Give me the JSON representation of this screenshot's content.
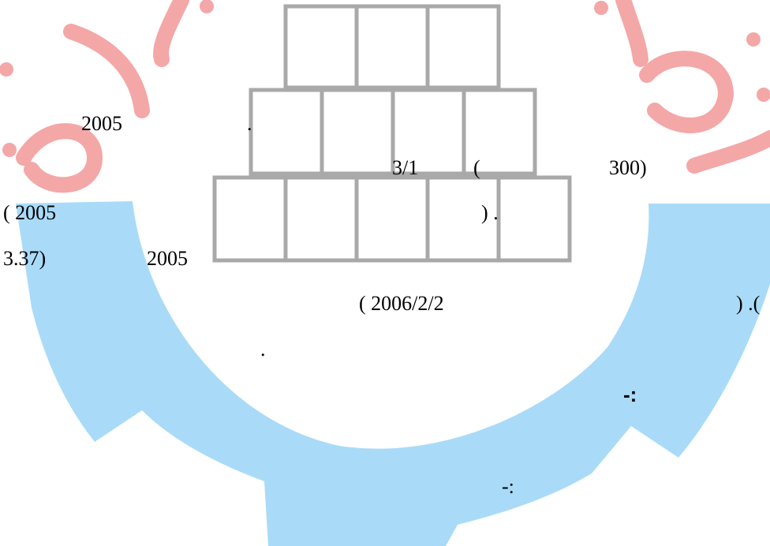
{
  "colors": {
    "gear": "#a9dbf8",
    "watermark_letters": "#f4a7a7",
    "pyramid_stroke": "#a9a9a9",
    "text": "#000000"
  },
  "watermark": {
    "description": "university gear logo watermark with pink Arabic lettering"
  },
  "document": {
    "line1": {
      "year": "2005",
      "dot": "."
    },
    "line2": {
      "ratio": "3/1",
      "paren_open": "(",
      "value": "300)"
    },
    "line3": {
      "year": "( 2005",
      "close": ") ."
    },
    "line4": {
      "value": "3.37)",
      "year": "2005"
    },
    "line5": {
      "date": "( 2006/2/2",
      "close": ") .("
    },
    "line6": {
      "dot": "."
    },
    "heading1": "-:",
    "heading2": "-:"
  }
}
